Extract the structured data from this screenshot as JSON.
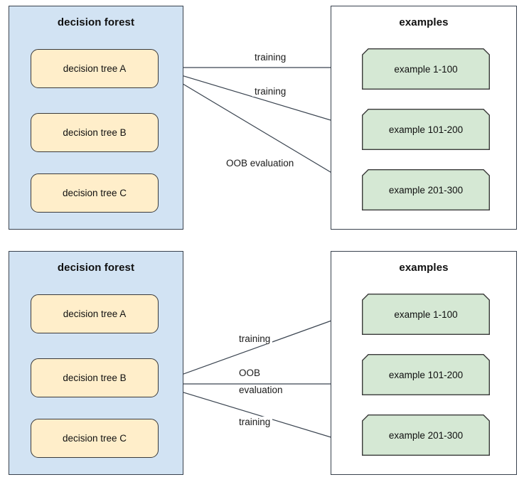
{
  "diagrams": [
    {
      "id": "top",
      "forest": {
        "title": "decision forest",
        "trees": [
          {
            "label": "decision tree A"
          },
          {
            "label": "decision tree B"
          },
          {
            "label": "decision tree C"
          }
        ]
      },
      "examples": {
        "title": "examples",
        "items": [
          {
            "label": "example 1-100"
          },
          {
            "label": "example 101-200"
          },
          {
            "label": "example 201-300"
          }
        ]
      },
      "edges": [
        {
          "label": "training",
          "from": "decision tree A",
          "to": "example 1-100"
        },
        {
          "label": "training",
          "from": "decision tree A",
          "to": "example 101-200"
        },
        {
          "label": "OOB evaluation",
          "from": "decision tree A",
          "to": "example 201-300"
        }
      ]
    },
    {
      "id": "bottom",
      "forest": {
        "title": "decision forest",
        "trees": [
          {
            "label": "decision tree A"
          },
          {
            "label": "decision tree B"
          },
          {
            "label": "decision tree C"
          }
        ]
      },
      "examples": {
        "title": "examples",
        "items": [
          {
            "label": "example 1-100"
          },
          {
            "label": "example 101-200"
          },
          {
            "label": "example 201-300"
          }
        ]
      },
      "edges": [
        {
          "label": "training",
          "from": "decision tree B",
          "to": "example 1-100"
        },
        {
          "label": "OOB",
          "label2": "evaluation",
          "from": "decision tree B",
          "to": "example 101-200"
        },
        {
          "label": "training",
          "from": "decision tree B",
          "to": "example 201-300"
        }
      ]
    }
  ],
  "colors": {
    "forest_fill": "#d2e3f3",
    "tree_fill": "#ffeeca",
    "example_fill": "#d5e8d4",
    "stroke": "#39424e",
    "text": "#101010"
  }
}
